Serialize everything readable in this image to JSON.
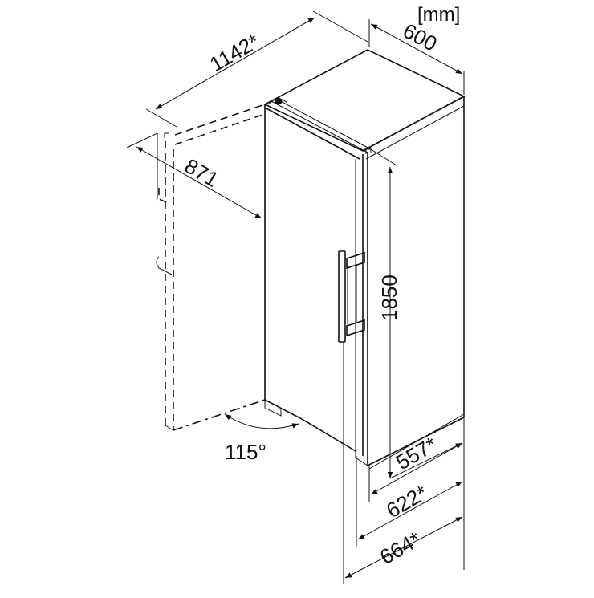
{
  "diagram": {
    "type": "technical-dimension-drawing",
    "subject": "Upright appliance (refrigerator/freezer) isometric view with door opened 115°",
    "unit_label": "[mm]",
    "colors": {
      "line": "#111111",
      "background": "#ffffff"
    },
    "dimensions": {
      "width": "600",
      "door_open_depth": "1142*",
      "door_swing_clearance": "871",
      "height": "1850",
      "depth_body": "557*",
      "depth_with_door": "622*",
      "depth_with_handle": "664*",
      "door_opening_angle": "115°"
    },
    "footnote_marker": "*"
  }
}
